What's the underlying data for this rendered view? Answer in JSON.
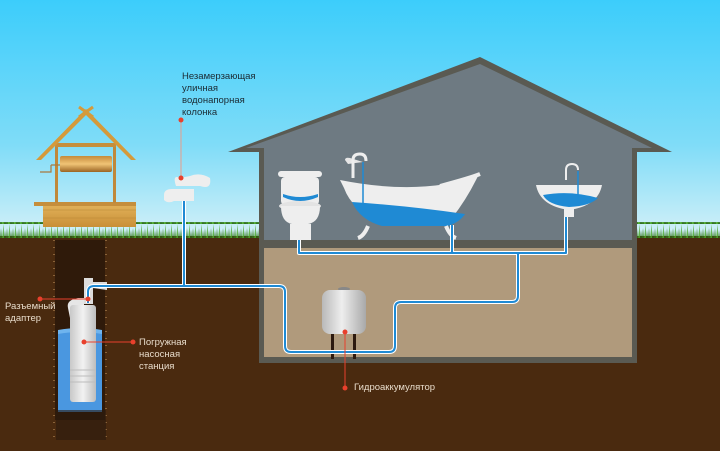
{
  "title": "Water supply scheme for a private house from a well",
  "colors": {
    "sky_top": "#3fcffb",
    "sky_bottom": "#bfeaf7",
    "soil": "#4a2a10",
    "basement_fill": "#b09a7c",
    "house_wall": "#6d7a82",
    "house_frame": "#5a5a52",
    "water": "#1f8ad4",
    "pipe": "#1f8ad4",
    "callout": "#e8402c",
    "grass": "#3a8a1c"
  },
  "labels": {
    "street_column": "Незамерзающая\nуличная\nводонапорная\nколонка",
    "adapter": "Разъемный\nадаптер",
    "pump_station": "Погружная\nнасосная\nстанция",
    "accumulator": "Гидроаккумулятор"
  },
  "components": [
    {
      "id": "well",
      "name": "Колодец"
    },
    {
      "id": "street-column",
      "name": "Незамерзающая уличная водонапорная колонка"
    },
    {
      "id": "toilet",
      "name": "Унитаз"
    },
    {
      "id": "bathtub",
      "name": "Ванна"
    },
    {
      "id": "sink",
      "name": "Раковина"
    },
    {
      "id": "accumulator",
      "name": "Гидроаккумулятор"
    },
    {
      "id": "pump",
      "name": "Погружная насосная станция"
    },
    {
      "id": "adapter",
      "name": "Разъемный адаптер"
    }
  ]
}
